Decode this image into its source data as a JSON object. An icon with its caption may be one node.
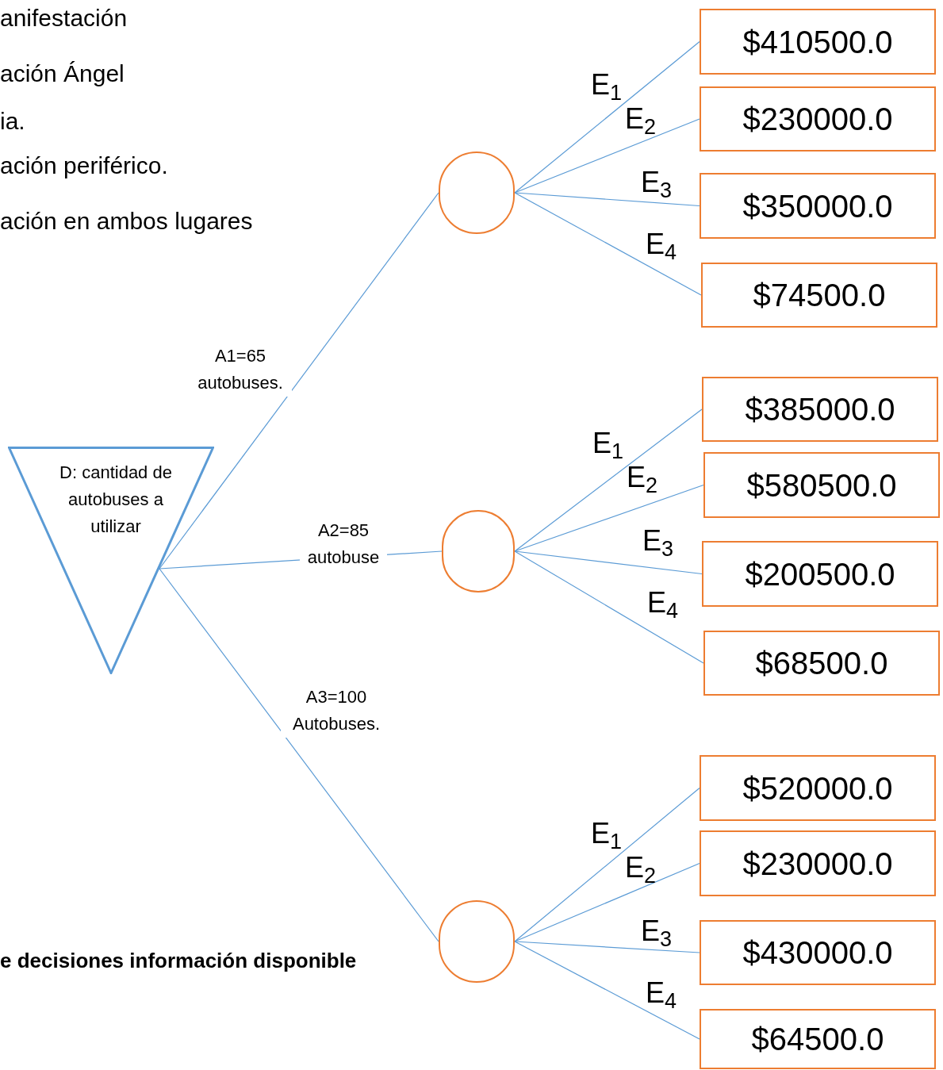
{
  "diagram": {
    "nodes": [
      {
        "text": [
          "D: cantidad de autobuses a utilizar"
        ]
      },
      {
        "text": [],
        "shape": "circle"
      },
      {
        "text": [
          "$410500.0"
        ]
      },
      {
        "text": [
          "$230000.0"
        ]
      },
      {
        "text": [
          "$350000.0"
        ]
      },
      {
        "text": [
          "$74500.0"
        ]
      },
      {
        "text": [],
        "shape": "circle"
      },
      {
        "text": [
          "$385000.0"
        ]
      },
      {
        "text": [
          "$580500.0"
        ]
      },
      {
        "text": [
          "$200500.0"
        ]
      },
      {
        "text": [
          "$68500.0"
        ]
      },
      {
        "text": [],
        "shape": "circle"
      },
      {
        "text": [
          "$520000.0"
        ]
      },
      {
        "text": [
          "$230000.0"
        ]
      },
      {
        "text": [
          "$430000.0"
        ]
      },
      {
        "text": [
          "$64500.0"
        ]
      }
    ],
    "edges": [
      {
        "from": 0,
        "to": 1,
        "arrow": "none",
        "label": "A1=65 autobuses."
      },
      {
        "from": 0,
        "to": 6,
        "arrow": "none",
        "label": "A2=85 autobuse"
      },
      {
        "from": 0,
        "to": 11,
        "arrow": "none",
        "label": "A3=100 Autobuses."
      },
      {
        "from": 1,
        "to": 2,
        "arrow": "none",
        "label": "E$_{1}$"
      },
      {
        "from": 1,
        "to": 3,
        "arrow": "none",
        "label": "E$_{2}$"
      },
      {
        "from": 1,
        "to": 4,
        "arrow": "none",
        "label": "E$_{3}$"
      },
      {
        "from": 1,
        "to": 5,
        "arrow": "none",
        "label": "E$_{4}$"
      },
      {
        "from": 6,
        "to": 7,
        "arrow": "none",
        "label": "E$_{1}$"
      },
      {
        "from": 6,
        "to": 8,
        "arrow": "none",
        "label": "E$_{2}$"
      },
      {
        "from": 6,
        "to": 9,
        "arrow": "none",
        "label": "E$_{3}$"
      },
      {
        "from": 6,
        "to": 10,
        "arrow": "none",
        "label": "E$_{4}$"
      },
      {
        "from": 11,
        "to": 12,
        "arrow": "none",
        "label": "E$_{1}$"
      },
      {
        "from": 11,
        "to": 13,
        "arrow": "none",
        "label": "E$_{2}$"
      },
      {
        "from": 11,
        "to": 14,
        "arrow": "none",
        "label": "E$_{3}$"
      },
      {
        "from": 11,
        "to": 15,
        "arrow": "none",
        "label": "E$_{4}$"
      }
    ],
    "labels": [
      "anifestación",
      "ación Ángel",
      "ia.",
      "ación periférico.",
      "ación en ambos lugares",
      "e decisiones información disponible"
    ]
  }
}
